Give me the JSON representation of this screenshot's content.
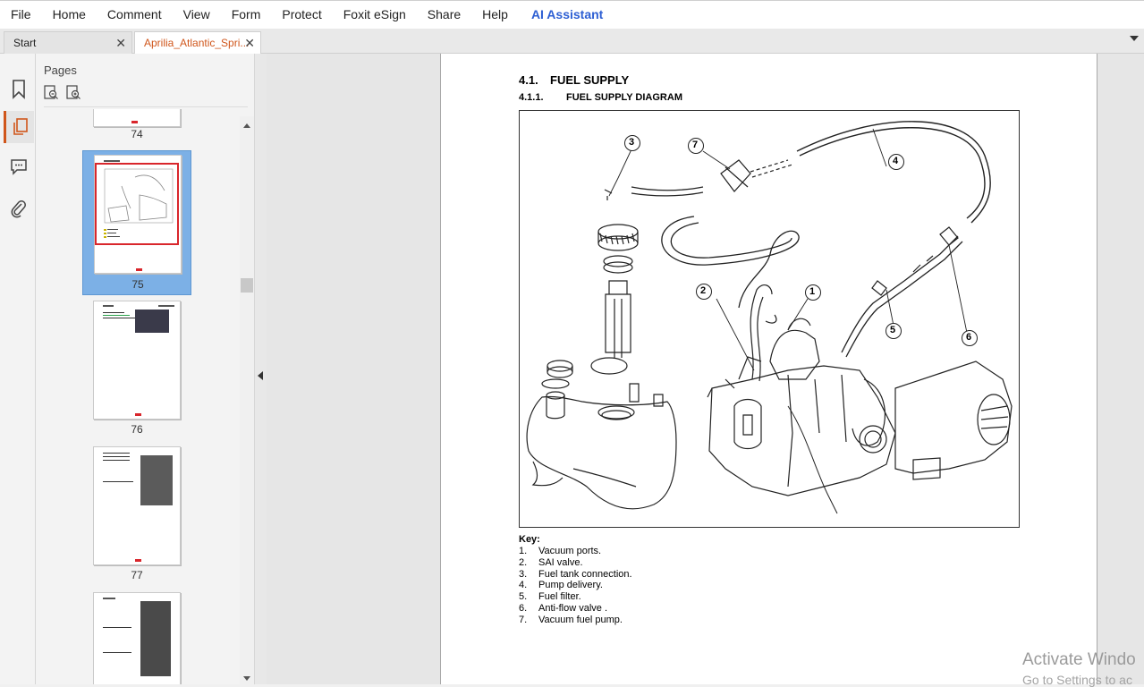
{
  "menu": {
    "items": [
      "File",
      "Home",
      "Comment",
      "View",
      "Form",
      "Protect",
      "Foxit eSign",
      "Share",
      "Help"
    ],
    "ai_label": "AI Assistant"
  },
  "tabs": {
    "start_label": "Start",
    "doc_label": "Aprilia_Atlantic_Spri...",
    "close_glyph": "✕"
  },
  "panel": {
    "title": "Pages",
    "thumbnails": [
      {
        "label": "74"
      },
      {
        "label": "75",
        "selected": true
      },
      {
        "label": "76"
      },
      {
        "label": "77"
      }
    ]
  },
  "document": {
    "heading1_num": "4.1.",
    "heading1_text": "FUEL SUPPLY",
    "heading2_num": "4.1.1.",
    "heading2_text": "FUEL SUPPLY DIAGRAM",
    "key_title": "Key:",
    "key": [
      {
        "n": "1.",
        "text": "Vacuum ports."
      },
      {
        "n": "2.",
        "text": "SAI valve."
      },
      {
        "n": "3.",
        "text": "Fuel tank connection."
      },
      {
        "n": "4.",
        "text": "Pump delivery."
      },
      {
        "n": "5.",
        "text": "Fuel filter."
      },
      {
        "n": "6.",
        "text": "Anti-flow valve ."
      },
      {
        "n": "7.",
        "text": "Vacuum fuel pump."
      }
    ],
    "callouts": [
      "1",
      "2",
      "3",
      "4",
      "5",
      "6",
      "7"
    ]
  },
  "watermark": {
    "line1": "Activate Windo",
    "line2": "Go to Settings to ac"
  },
  "colors": {
    "accent": "#d0561b",
    "ai": "#2d5fd3",
    "selection": "#7cb0e6",
    "thumb_highlight": "#d9262c"
  }
}
